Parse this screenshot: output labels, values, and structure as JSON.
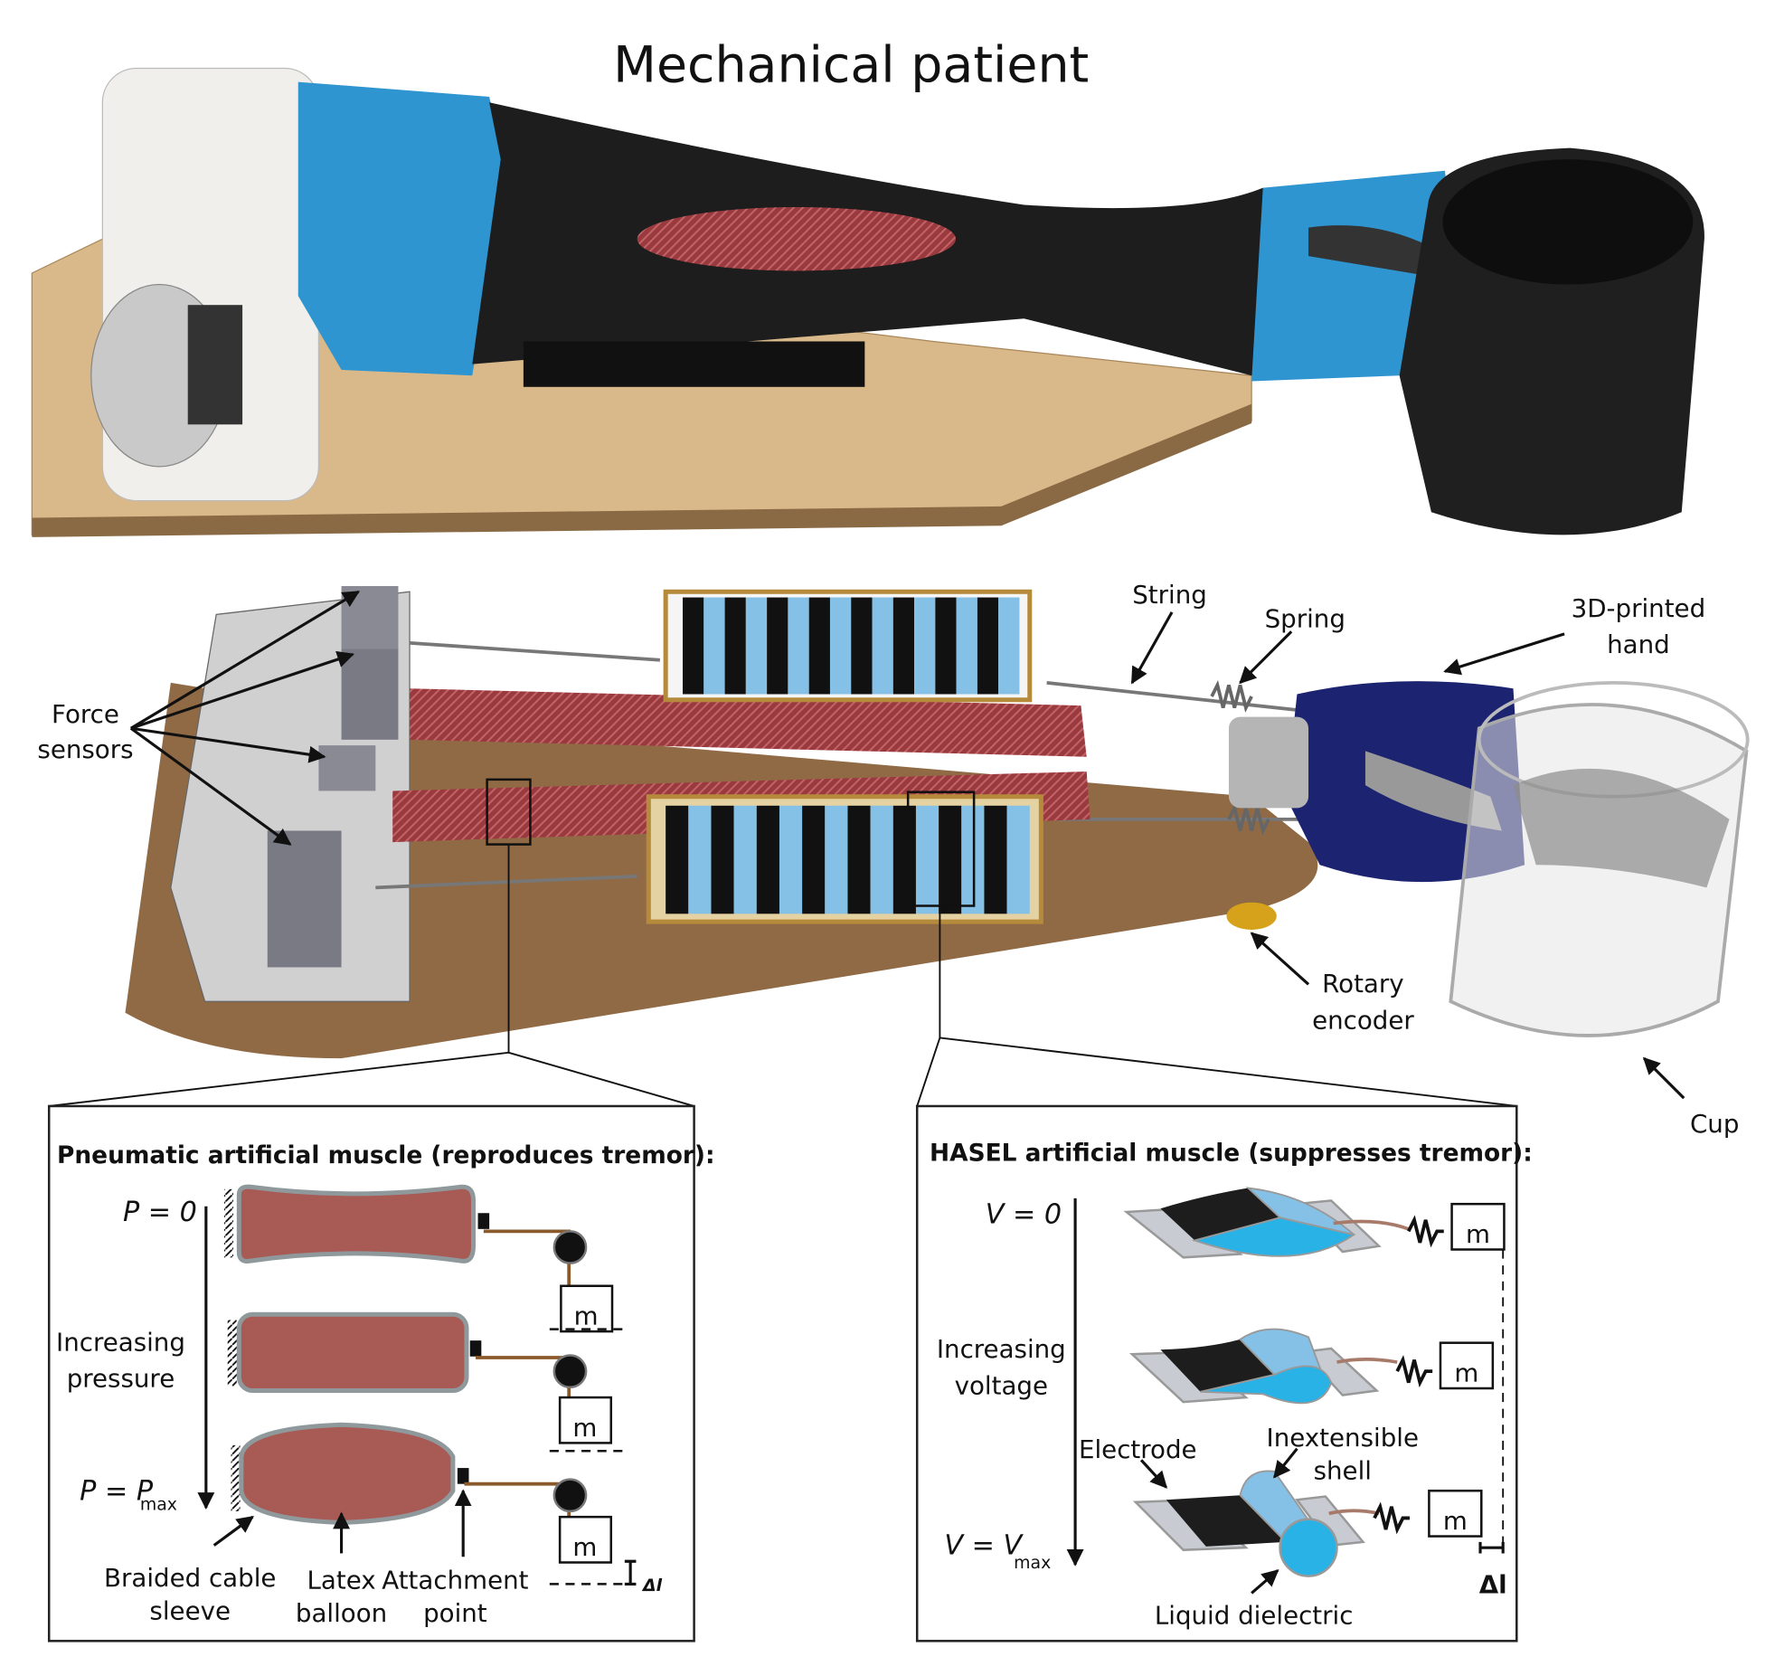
{
  "title": "Mechanical patient",
  "labels": {
    "force_sensors": [
      "Force",
      "sensors"
    ],
    "string": "String",
    "spring": "Spring",
    "hand": [
      "3D-printed",
      "hand"
    ],
    "rotary_encoder": [
      "Rotary",
      "encoder"
    ],
    "cup": "Cup"
  },
  "pneumatic": {
    "title": "Pneumatic artificial muscle (reproduces tremor):",
    "p0": "P = 0",
    "increasing": [
      "Increasing",
      "pressure"
    ],
    "pmax": "P = P",
    "pmax_sub": "max",
    "mass": "m",
    "braided": [
      "Braided cable",
      "sleeve"
    ],
    "latex": [
      "Latex",
      "balloon"
    ],
    "attachment": [
      "Attachment",
      "point"
    ],
    "delta": "Δl"
  },
  "hasel": {
    "title": "HASEL artificial muscle (suppresses tremor):",
    "v0": "V = 0",
    "increasing": [
      "Increasing",
      "voltage"
    ],
    "vmax": "V = V",
    "vmax_sub": "max",
    "mass": "m",
    "electrode": "Electrode",
    "shell": [
      "Inextensible",
      "shell"
    ],
    "dielectric": "Liquid dielectric",
    "delta": "Δl"
  },
  "colors": {
    "wood": "#d9b98a",
    "blue_part": "#2f95d1",
    "balloon": "#a85a55",
    "hasel_light": "#85c1e6",
    "hasel_dark": "#29b2e6",
    "navy_hand": "#1c2370"
  }
}
